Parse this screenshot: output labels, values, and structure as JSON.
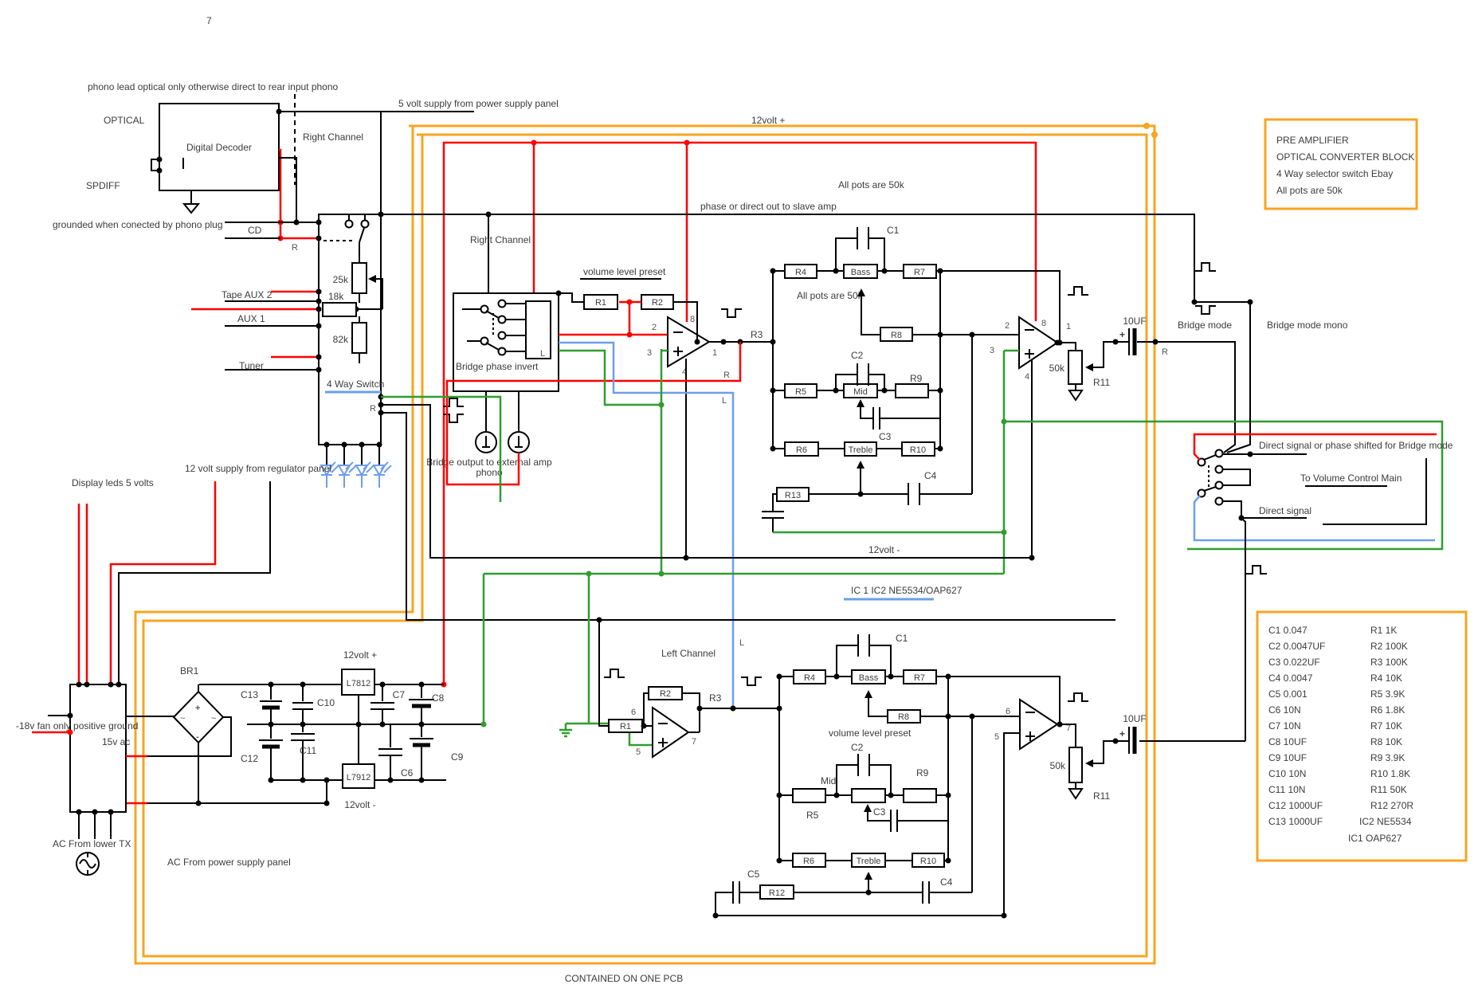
{
  "page": {
    "number": "7",
    "contained_note": "CONTAINED ON ONE PCB"
  },
  "colors": {
    "red": "#fe0000",
    "green": "#2f9e2f",
    "blue": "#6d9eeb",
    "orange": "#f7a522"
  },
  "decoder": {
    "note": "phono lead optical only  otherwise direct to rear input phono",
    "optical": "OPTICAL",
    "title": "Digital Decoder",
    "spdiff": "SPDIFF",
    "right_channel": "Right Channel",
    "grounded_note": "grounded when conected by phono plug",
    "supply5_note": "5 volt supply from power supply panel"
  },
  "selector": {
    "cd": "CD",
    "r_top": "R",
    "r25k": "25k",
    "r18k": "18k",
    "r82k": "82k",
    "tape_aux2": "Tape  AUX 2",
    "aux1": "AUX 1",
    "tuner": "Tuner",
    "title": "4 Way Switch",
    "r_out": "R",
    "reg12_note": "12 volt supply from regulator panel",
    "display_note": "Display leds 5 volts"
  },
  "rails": {
    "v12_plus_top": "12volt +",
    "all_pots_top": "All pots are 50k",
    "phase_note": "phase  or direct out to slave amp",
    "v12_minus_mid": "12volt -",
    "ic_note": "IC 1 IC2 NE5534/OAP627"
  },
  "right_channel": {
    "title": "Right Channel",
    "preset": "volume level preset",
    "r1": "R1",
    "r2": "R2",
    "r3": "R3",
    "pin2": "2",
    "pin3": "3",
    "pin8": "8",
    "pin1": "1",
    "pin4": "4",
    "r_sig": "R",
    "l_box": "L",
    "l_sig": "L",
    "bridge_box": "Bridge phase invert",
    "bridge_out1": "Bridge output to external amp",
    "bridge_out2": "phono",
    "tone": {
      "c1": "C1",
      "r4": "R4",
      "bass": "Bass",
      "r7": "R7",
      "all_pots": "All pots are 50k",
      "r8": "R8",
      "c2": "C2",
      "r5": "R5",
      "mid": "Mid",
      "r9": "R9",
      "c3": "C3",
      "r6": "R6",
      "treble": "Treble",
      "r10": "R10",
      "r13": "R13",
      "c4": "C4"
    },
    "out": {
      "pin2": "2",
      "pin3": "3",
      "pin8": "8",
      "pin1": "1",
      "pin4": "4",
      "pot": "50k",
      "r11": "R11",
      "cap": "10UF",
      "plus": "+",
      "r": "R"
    }
  },
  "left_channel": {
    "title": "Left Channel",
    "l_in": "L",
    "preset": "volume level preset",
    "r1": "R1",
    "r2": "R2",
    "r3": "R3",
    "pin6": "6",
    "pin5": "5",
    "pin7": "7",
    "tone": {
      "c1": "C1",
      "r4": "R4",
      "bass": "Bass",
      "r7": "R7",
      "r8": "R8",
      "c2": "C2",
      "r5": "R5",
      "mid": "Mid",
      "r9": "R9",
      "c3": "C3",
      "r6": "R6",
      "treble": "Treble",
      "r10": "R10",
      "c5": "C5",
      "r12": "R12",
      "c4": "C4"
    },
    "out": {
      "pin6": "6",
      "pin5": "5",
      "pin7": "7",
      "pot": "50k",
      "r11": "R11",
      "cap": "10UF",
      "plus": "+"
    }
  },
  "bridge_mode": {
    "label": "Bridge mode",
    "mono": "Bridge mode mono",
    "direct_phase": "Direct signal or phase shifted for Bridge mode",
    "to_volume": "To Volume Control Main",
    "direct": "Direct signal"
  },
  "info_box": {
    "line1": "PRE AMPLIFIER",
    "line2": "OPTICAL CONVERTER BLOCK",
    "line3": "4 Way selector switch Ebay",
    "line4": "All pots are 50k"
  },
  "psu": {
    "br1": "BR1",
    "c13": "C13",
    "c10": "C10",
    "reg_pos": "L7812",
    "c7": "C7",
    "c8": "C8",
    "v12p": "12volt +",
    "c12": "C12",
    "c11": "C11",
    "reg_neg": "L7912",
    "c6": "C6",
    "c9": "C9",
    "v12m": "12volt -",
    "neg18": "-18v fan only positive ground",
    "v15": "15v ac",
    "ac_lower": "AC  From lower  TX",
    "ac_panel": "AC From power supply panel",
    "plus": "+",
    "minus": "-",
    "tilde1": "~",
    "tilde2": "~"
  },
  "parts": {
    "c": [
      "C1  0.047",
      "C2 0.0047UF",
      "C3  0.022UF",
      "C4 0.0047",
      "C5   0.001",
      "C6  10N",
      "C7 10N",
      "C8 10UF",
      "C9 10UF",
      "C10  10N",
      "C11  10N",
      "C12 1000UF",
      "C13  1000UF"
    ],
    "r": [
      "R1  1K",
      "R2 100K",
      "R3 100K",
      "R4 10K",
      "R5  3.9K",
      "R6 1.8K",
      "R7 10K",
      "R8 10K",
      "R9 3.9K",
      "R10 1.8K",
      "R11 50K",
      "R12 270R"
    ],
    "ic": [
      "IC2 NE5534",
      "IC1 OAP627"
    ]
  }
}
